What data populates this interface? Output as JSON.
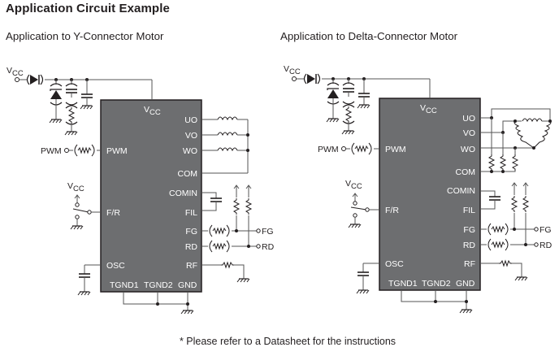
{
  "title": "Application Circuit Example",
  "footnote": "* Please refer to a Datasheet for the instructions",
  "circuits": [
    {
      "id": "y-connector",
      "subtitle": "Application to Y-Connector Motor",
      "motor_type": "Y-connector",
      "chip": {
        "top_label": "VCC",
        "left_pins": [
          "PWM",
          "F/R",
          "OSC"
        ],
        "right_pins": [
          "UO",
          "VO",
          "WO",
          "COM",
          "COMIN",
          "FIL",
          "FG",
          "RD",
          "RF"
        ],
        "bottom_pins": [
          "TGND1",
          "TGND2",
          "GND"
        ]
      },
      "external_labels": {
        "vcc_in": "VCC",
        "vcc_switch": "VCC",
        "pwm_in": "PWM",
        "fg_out": "FG",
        "rd_out": "RD"
      }
    },
    {
      "id": "delta-connector",
      "subtitle": "Application to Delta-Connector Motor",
      "motor_type": "Delta-connector",
      "chip": {
        "top_label": "VCC",
        "left_pins": [
          "PWM",
          "F/R",
          "OSC"
        ],
        "right_pins": [
          "UO",
          "VO",
          "WO",
          "COM",
          "COMIN",
          "FIL",
          "FG",
          "RD",
          "RF"
        ],
        "bottom_pins": [
          "TGND1",
          "TGND2",
          "GND"
        ]
      },
      "external_labels": {
        "vcc_in": "VCC",
        "vcc_switch": "VCC",
        "pwm_in": "PWM",
        "fg_out": "FG",
        "rd_out": "RD"
      }
    }
  ],
  "colors": {
    "chip_fill": "#6d6e70",
    "chip_border": "#231f20",
    "wire": "#555555",
    "text": "#231f20",
    "chip_text": "#ffffff"
  }
}
